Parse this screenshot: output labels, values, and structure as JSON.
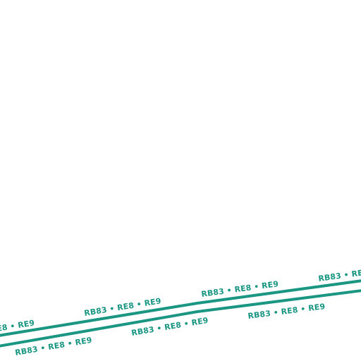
{
  "map": {
    "route_color": "#1a9683",
    "labels": {
      "upper_1": "E8 • RE9",
      "upper_2": "RB83 • RE8 • RE9",
      "upper_3": "RB83 • RE8 • RE9",
      "upper_4": "RB83 • RE8",
      "lower_1": "RB83 • RE8 • RE9",
      "lower_2": "RB83 • RE8 • RE9",
      "lower_3": "RB83 • RE8 • RE9"
    }
  }
}
